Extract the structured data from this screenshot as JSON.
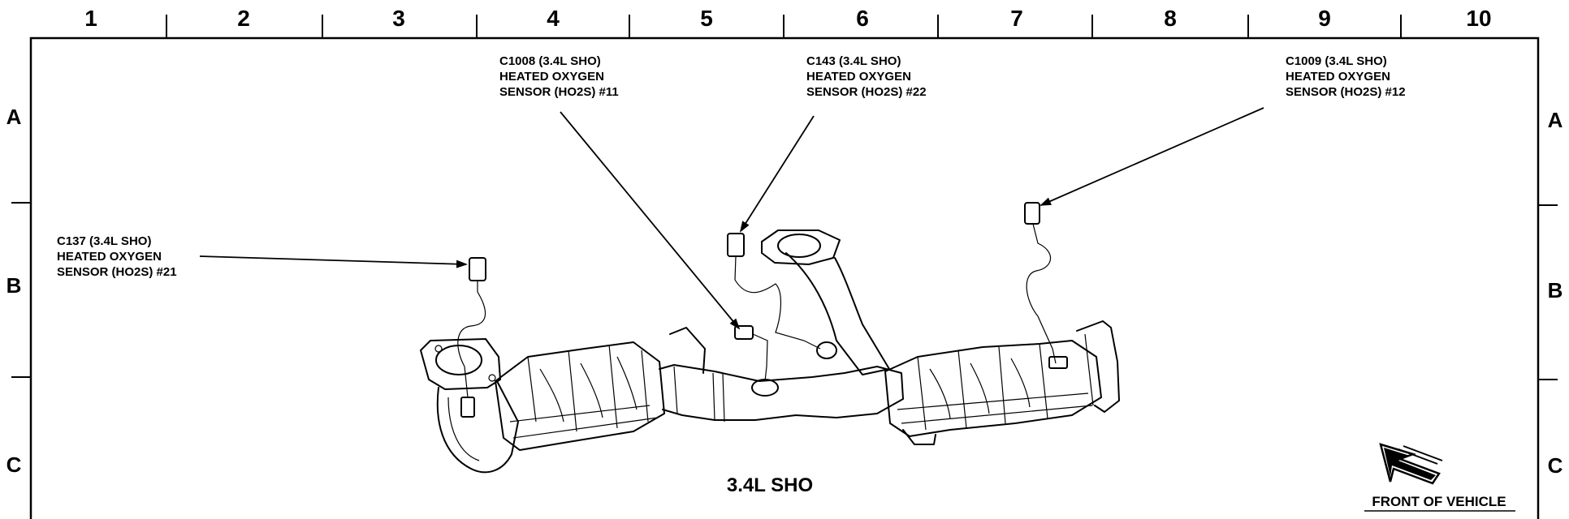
{
  "grid": {
    "columns": [
      "1",
      "2",
      "3",
      "4",
      "5",
      "6",
      "7",
      "8",
      "9",
      "10"
    ],
    "rows_left": [
      "A",
      "B",
      "C"
    ],
    "rows_right": [
      "A",
      "B",
      "C"
    ]
  },
  "callouts": [
    {
      "id": "c1008",
      "lines": [
        "C1008 (3.4L SHO)",
        "HEATED OXYGEN",
        "SENSOR (HO2S) #11"
      ]
    },
    {
      "id": "c143",
      "lines": [
        "C143 (3.4L SHO)",
        "HEATED OXYGEN",
        "SENSOR (HO2S) #22"
      ]
    },
    {
      "id": "c1009",
      "lines": [
        "C1009 (3.4L SHO)",
        "HEATED OXYGEN",
        "SENSOR (HO2S) #12"
      ]
    },
    {
      "id": "c137",
      "lines": [
        "C137 (3.4L SHO)",
        "HEATED OXYGEN",
        "SENSOR (HO2S) #21"
      ]
    }
  ],
  "title": "3.4L SHO",
  "front_of_vehicle": "FRONT OF VEHICLE"
}
